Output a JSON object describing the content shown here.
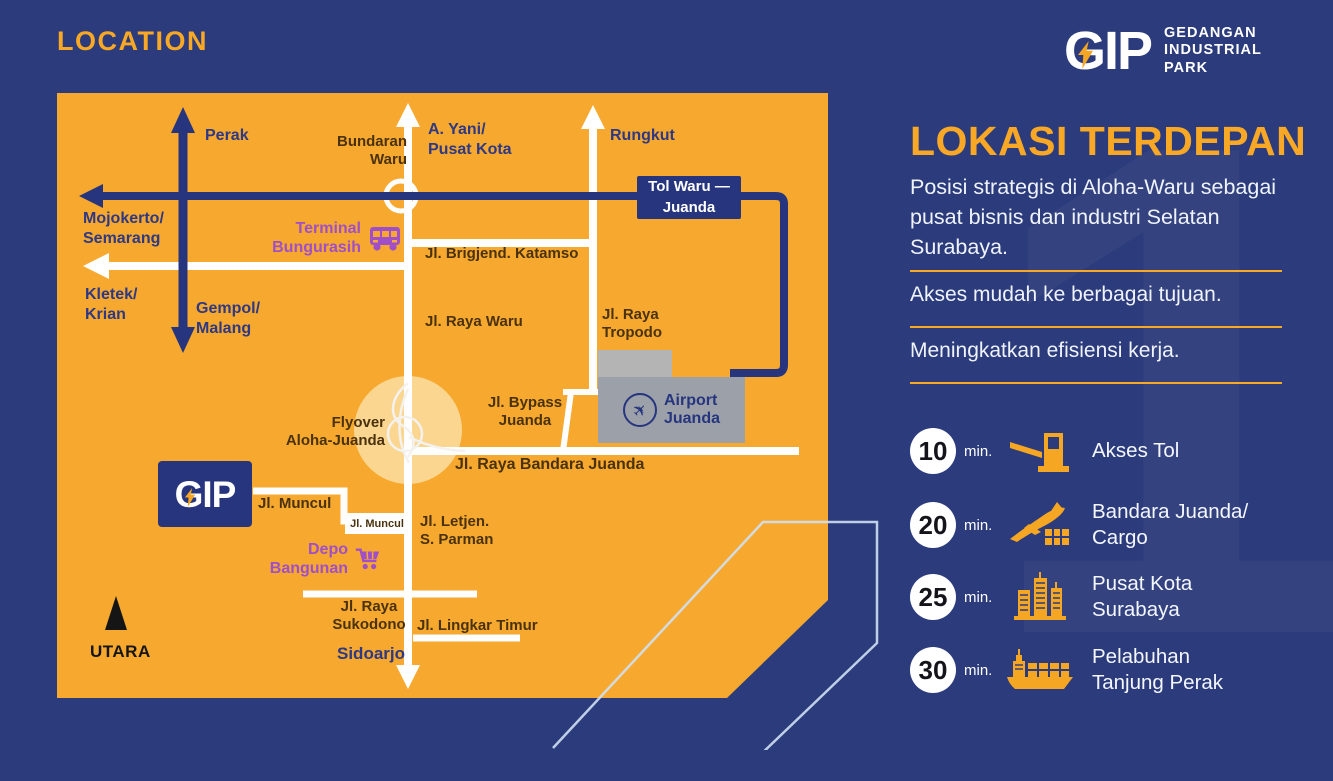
{
  "page": {
    "title": "LOCATION"
  },
  "brand": {
    "name": "GIP",
    "tagline": "GEDANGAN\nINDUSTRIAL\nPARK"
  },
  "map": {
    "labels": {
      "perak": "Perak",
      "bundaran_waru": "Bundaran\nWaru",
      "a_yani": "A. Yani/\nPusat Kota",
      "rungkut": "Rungkut",
      "mojokerto": "Mojokerto/\nSemarang",
      "terminal_bungurasih": "Terminal\nBungurasih",
      "kletek": "Kletek/\nKrian",
      "gempol": "Gempol/\nMalang",
      "katamso": "Jl. Brigjend. Katamso",
      "raya_waru": "Jl. Raya Waru",
      "tropodo": "Jl. Raya\nTropodo",
      "flyover": "Flyover\nAloha-Juanda",
      "bypass": "Jl. Bypass\nJuanda",
      "airport": "Airport\nJuanda",
      "bandara": "Jl. Raya Bandara Juanda",
      "muncul": "Jl. Muncul",
      "muncul_small": "Jl. Muncul",
      "letjen": "Jl. Letjen.\nS. Parman",
      "depo_bangunan": "Depo\nBangunan",
      "sukodono": "Jl. Raya\nSukodono",
      "lingkar_timur": "Jl. Lingkar Timur",
      "sidoarjo": "Sidoarjo",
      "utara": "UTARA"
    },
    "toll_badge": "Tol Waru —\nJuanda",
    "marker": {
      "name": "GIP"
    }
  },
  "panel": {
    "heading": "LOKASI TERDEPAN",
    "intro": "Posisi strategis di Aloha-Waru sebagai pusat bisnis dan industri Selatan Surabaya.",
    "point1": "Akses mudah ke berbagai tujuan.",
    "point2": "Meningkatkan efisiensi kerja.",
    "items": [
      {
        "minutes": "10",
        "unit": "min.",
        "icon": "toll-gate-icon",
        "label": "Akses Tol"
      },
      {
        "minutes": "20",
        "unit": "min.",
        "icon": "airplane-cargo-icon",
        "label": "Bandara Juanda/\nCargo"
      },
      {
        "minutes": "25",
        "unit": "min.",
        "icon": "city-buildings-icon",
        "label": "Pusat Kota\nSurabaya"
      },
      {
        "minutes": "30",
        "unit": "min.",
        "icon": "container-ship-icon",
        "label": "Pelabuhan\nTanjung Perak"
      }
    ]
  },
  "decor": {
    "watermark": "1"
  },
  "colors": {
    "background_navy": "#2B3B7B",
    "map_orange": "#F6A92E",
    "accent_orange": "#F9A826",
    "road_navy": "#26357E",
    "street_text_brown": "#4A320E",
    "transit_purple": "#A04FC8",
    "airport_gray": "#9CA1A9"
  }
}
